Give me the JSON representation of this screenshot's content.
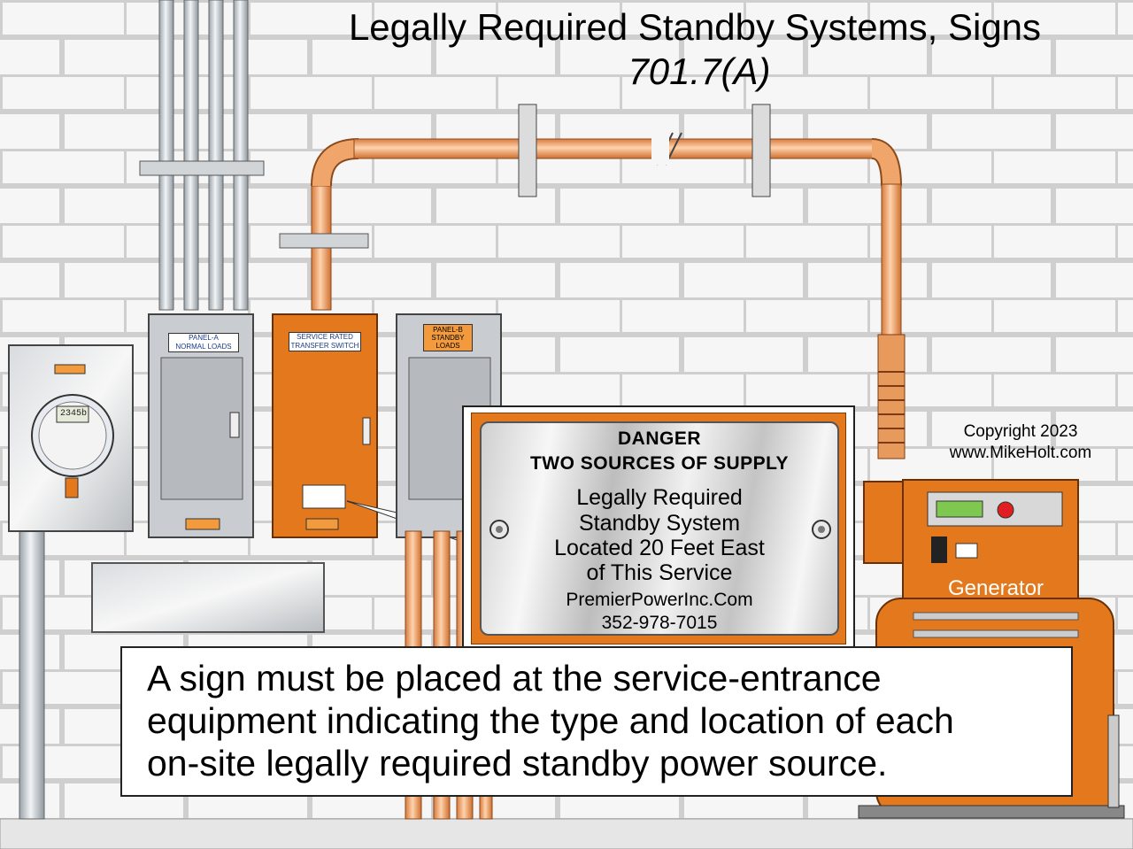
{
  "title": "Legally Required Standby Systems, Signs",
  "subtitle": "701.7(A)",
  "copyright": {
    "line1": "Copyright 2023",
    "line2": "www.MikeHolt.com"
  },
  "sign": {
    "line1": "DANGER",
    "line2": "TWO SOURCES OF SUPPLY",
    "line3": "Legally Required",
    "line4": "Standby System",
    "line5": "Located 20 Feet East",
    "line6": "of This Service",
    "line7": "PremierPowerInc.Com",
    "line8": "352-978-7015"
  },
  "caption": {
    "line1": "A sign must be placed at the service-entrance",
    "line2": "equipment indicating the type and location of each",
    "line3": "on-site legally required standby power source."
  },
  "labels": {
    "panel_a_1": "PANEL-A",
    "panel_a_2": "NORMAL LOADS",
    "transfer_1": "SERVICE RATED",
    "transfer_2": "TRANSFER SWITCH",
    "panel_b_1": "PANEL-B",
    "panel_b_2": "STANDBY",
    "panel_b_3": "LOADS",
    "generator": "Generator",
    "meter_reading": "2345b"
  },
  "colors": {
    "orange": "#e3791c",
    "conduit": "#f0a56a",
    "panel_gray": "#c9ccd0",
    "brick_line": "#c8c8c8"
  }
}
